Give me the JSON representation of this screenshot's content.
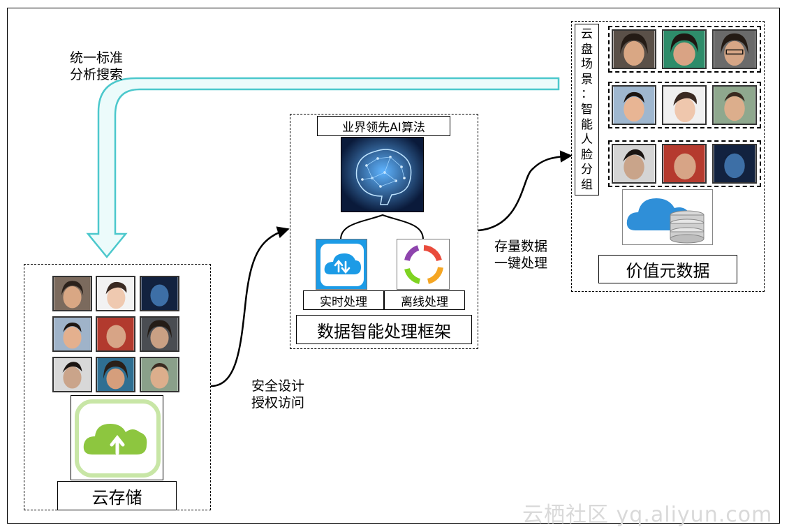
{
  "top_flow_label": {
    "line1": "统一标准",
    "line2": "分析搜索"
  },
  "security_label": {
    "line1": "安全设计",
    "line2": "授权访问"
  },
  "process_label": {
    "line1": "存量数据",
    "line2": "一键处理"
  },
  "storage": {
    "title": "云存储",
    "icon": "cloud-upload-icon",
    "icon_color": "#8dc63f"
  },
  "framework": {
    "ai_title": "业界领先AI算法",
    "ai_image": "brain-network-icon",
    "realtime_label": "实时处理",
    "offline_label": "离线处理",
    "title": "数据智能处理框架"
  },
  "cloud_scene": {
    "chars": [
      "云",
      "盘",
      "场",
      "景",
      "：",
      "智",
      "能",
      "人",
      "脸",
      "分",
      "组"
    ],
    "title": "价值元数据"
  },
  "watermark": "云栖社区 yq.aliyun.com",
  "colors": {
    "flow_arrow": "#4cc8cc",
    "flow_fill": "#ecfbfb",
    "realtime_icon": "#1c9be6",
    "cloud_db": "#2f8fd8"
  }
}
